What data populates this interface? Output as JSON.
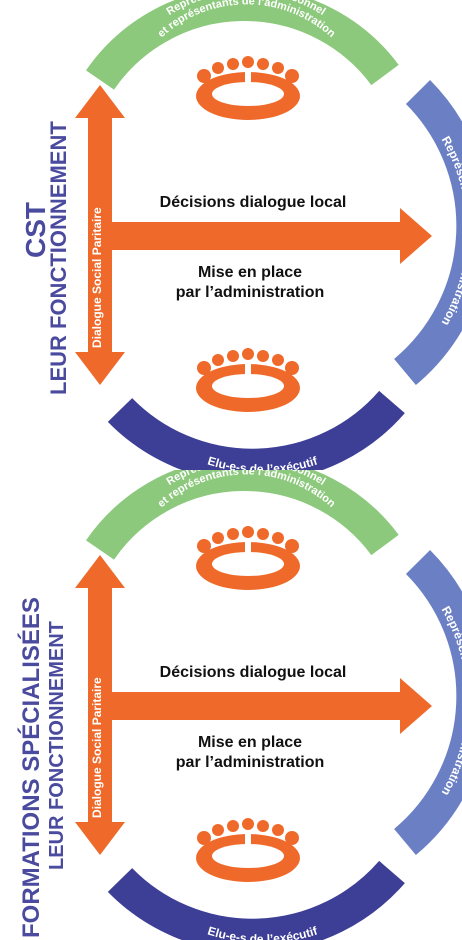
{
  "colors": {
    "orange": "#ef6a2a",
    "green": "#8cc97c",
    "blue_arc": "#6b80c4",
    "navy_arc": "#3d3e96",
    "title": "#4a4a9e"
  },
  "panels": [
    {
      "title_line1": "CST",
      "title_line2": "LEUR FONCTIONNEMENT",
      "arc_top": [
        "Représentant-e-s du personnel",
        "et représentants de l’administration"
      ],
      "arc_right": "Représentant-e-s / Administration",
      "arc_bottom": "Elu-e-s de l’exécutif",
      "vertical_arrow_label": "Dialogue Social Paritaire",
      "decision_label": "Décisions dialogue local",
      "implementation_label": [
        "Mise en place",
        "par l’administration"
      ],
      "icon": "meeting-table-icon"
    },
    {
      "title_line1": "FORMATIONS SPÉCIALISÉES",
      "title_line2": "LEUR FONCTIONNEMENT",
      "arc_top": [
        "Représentant-e-s du personnel",
        "et représentants de l’administration"
      ],
      "arc_right": "Représentant-e-s / Administration",
      "arc_bottom": "Elu-e-s de l’exécutif",
      "vertical_arrow_label": "Dialogue Social Paritaire",
      "decision_label": "Décisions dialogue local",
      "implementation_label": [
        "Mise en place",
        "par l’administration"
      ],
      "icon": "meeting-table-icon"
    }
  ]
}
